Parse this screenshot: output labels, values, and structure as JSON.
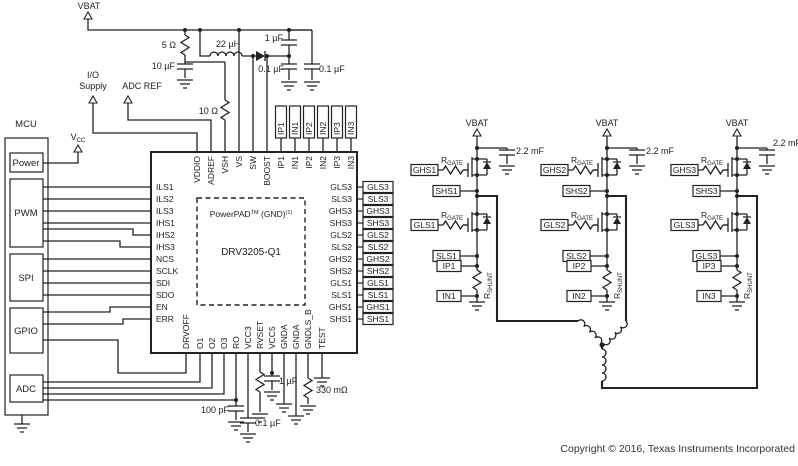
{
  "colors": {
    "ink": "#222222",
    "bg": "#ffffff"
  },
  "supplies": {
    "vbat": "VBAT",
    "io1": "I/O",
    "io2": "Supply",
    "adcref": "ADC REF",
    "vcc_r": "V",
    "vcc_sub": "CC"
  },
  "mcu": {
    "title": "MCU",
    "blocks": [
      "Power",
      "PWM",
      "SPI",
      "GPIO",
      "ADC"
    ]
  },
  "ic": {
    "powerpad": [
      "PowerPAD",
      "TM",
      " (GND)",
      "(1)"
    ],
    "part": "DRV3205-Q1",
    "top_pins": [
      "VDDIO",
      "ADREF",
      "VSH",
      "VS",
      "SW",
      "BOOST",
      "IP1",
      "IN1",
      "IP2",
      "IN2",
      "IP3",
      "IN3"
    ],
    "left_pins": [
      "ILS1",
      "ILS2",
      "ILS3",
      "IHS1",
      "IHS2",
      "IHS3",
      "NCS",
      "SCLK",
      "SDI",
      "SDO",
      "EN",
      "ERR"
    ],
    "right_pins": [
      "GLS3",
      "SLS3",
      "GHS3",
      "SHS3",
      "GLS2",
      "SLS2",
      "GHS2",
      "SHS2",
      "GLS1",
      "SLS1",
      "GHS1",
      "SHS1"
    ],
    "bottom_pins": [
      "DRVOFF",
      "O1",
      "O2",
      "O3",
      "RO",
      "VCC3",
      "RVSET",
      "VCC5",
      "GNDA",
      "GNDA",
      "GNDLS_B",
      "TEST"
    ]
  },
  "supply_parts": {
    "r5": "5 Ω",
    "c10u": "10 µF",
    "r10": "10 Ω",
    "l22u": "22 µH",
    "c1u": "1 µF",
    "c01a": "0.1 µF",
    "c01b": "0.1 µF"
  },
  "bottom_parts": {
    "c100p": "100 pF",
    "c01_vcc3": "0.1 µF",
    "c1_vcc5": "1 µF",
    "r330": "330 mΩ"
  },
  "net_tags_top": [
    "IP1",
    "IN1",
    "IP2",
    "IN2",
    "IP3",
    "IN3"
  ],
  "bridges": [
    {
      "vbat": "VBAT",
      "cap": "2.2 mF",
      "r": "R",
      "r_sub": "GATE",
      "rs": "R",
      "rs_sub": "SHUNT",
      "ghs": "GHS1",
      "shs": "SHS1",
      "gls": "GLS1",
      "sls": "SLS1",
      "ip": "IP1",
      "inn": "IN1"
    },
    {
      "vbat": "VBAT",
      "cap": "2.2 mF",
      "r": "R",
      "r_sub": "GATE",
      "rs": "R",
      "rs_sub": "SHUNT",
      "ghs": "GHS2",
      "shs": "SHS2",
      "gls": "GLS2",
      "sls": "SLS2",
      "ip": "IP2",
      "inn": "IN2"
    },
    {
      "vbat": "VBAT",
      "cap": "2.2 mF",
      "r": "R",
      "r_sub": "GATE",
      "rs": "R",
      "rs_sub": "SHUNT",
      "ghs": "GHS3",
      "shs": "SHS3",
      "gls": "GLS3",
      "sls": "GLS3",
      "ip": "IP3",
      "inn": "IN3"
    }
  ],
  "footer": {
    "copyright": "Copyright © 2016, Texas Instruments Incorporated"
  }
}
